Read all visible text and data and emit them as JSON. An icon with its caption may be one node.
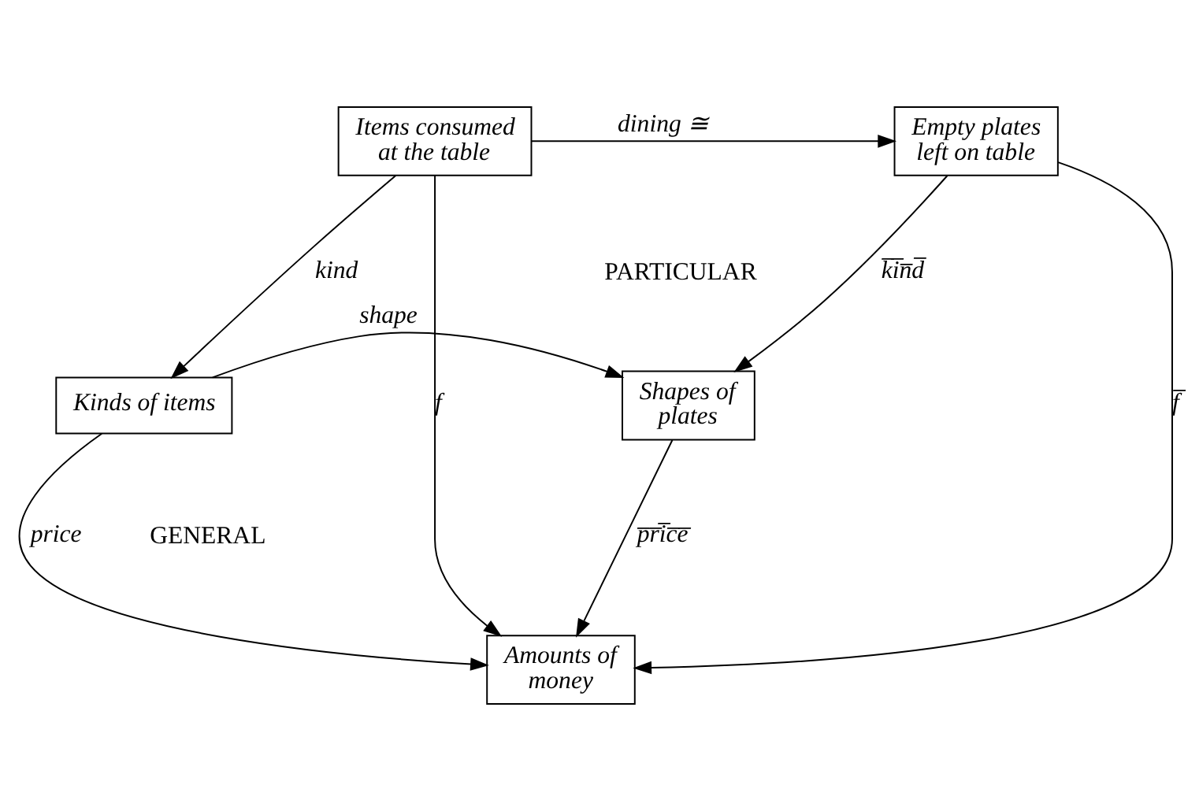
{
  "diagram": {
    "nodes": [
      {
        "text": [
          "Items consumed at the table"
        ]
      },
      {
        "text": [
          "Empty plates left on table"
        ]
      },
      {
        "text": [
          "Kinds of items"
        ]
      },
      {
        "text": [
          "Shapes of plates"
        ]
      },
      {
        "text": [
          "Amounts of money"
        ]
      }
    ],
    "edges": [
      {
        "from": 0,
        "to": 1,
        "arrow": "to",
        "label": "dining ≅"
      },
      {
        "from": 0,
        "to": 2,
        "arrow": "to",
        "label": "kind"
      },
      {
        "from": 1,
        "to": 3,
        "arrow": "to",
        "label": "k̅i̅n̅d̅"
      },
      {
        "from": 2,
        "to": 3,
        "arrow": "to",
        "label": "shape"
      },
      {
        "from": 2,
        "to": 4,
        "arrow": "to",
        "label": "price"
      },
      {
        "from": 3,
        "to": 4,
        "arrow": "to",
        "label": "p̅r̅i̅c̅e̅"
      },
      {
        "from": 0,
        "to": 4,
        "arrow": "to",
        "label": "f"
      },
      {
        "from": 1,
        "to": 4,
        "arrow": "to",
        "label": "f̅"
      }
    ],
    "labels": [
      "PARTICULAR",
      "GENERAL"
    ]
  }
}
